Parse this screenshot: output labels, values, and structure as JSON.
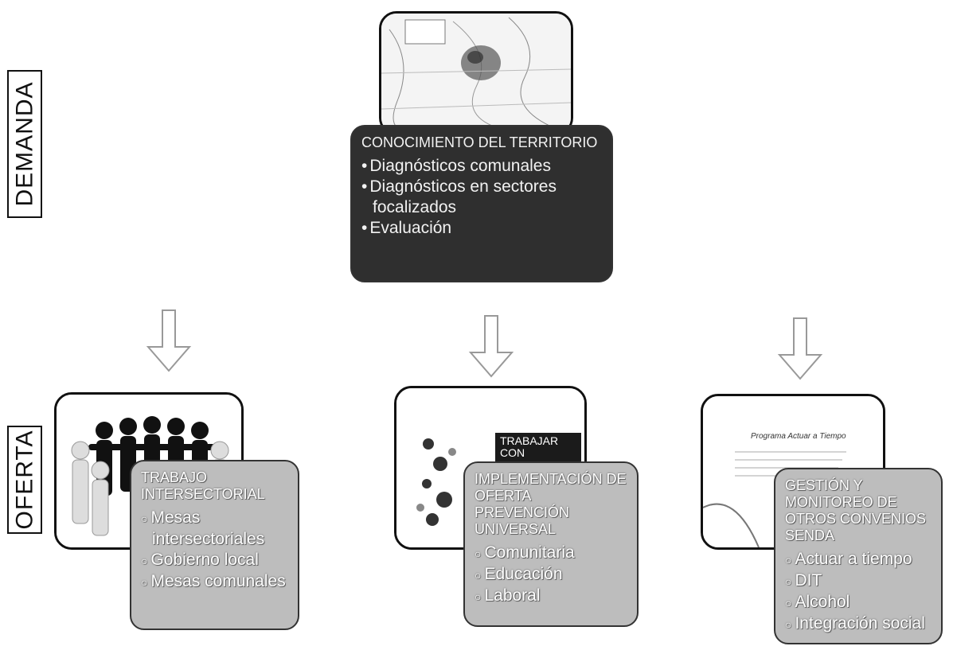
{
  "side_labels": {
    "demanda": "DEMANDA",
    "oferta": "OFERTA"
  },
  "top_card": {
    "title": "CONOCIMIENTO DEL TERRITORIO",
    "items": [
      "Diagnósticos comunales",
      "Diagnósticos en sectores focalizados",
      "Evaluación"
    ]
  },
  "cards": [
    {
      "title": "TRABAJO INTERSECTORIAL",
      "items": [
        "Mesas intersectoriales",
        "Gobierno local",
        "Mesas comunales"
      ]
    },
    {
      "title": "IMPLEMENTACIÓN DE OFERTA PREVENCIÓN UNIVERSAL",
      "items": [
        "Comunitaria",
        "Educación",
        "Laboral"
      ]
    },
    {
      "title": "GESTIÓN Y MONITOREO DE OTROS CONVENIOS SENDA",
      "items": [
        "Actuar a tiempo",
        "DIT",
        "Alcohol",
        "Integración social"
      ]
    }
  ],
  "photo_labels": {
    "middle": "TRABAJAR CON",
    "right_doc": "Programa Actuar a Tiempo"
  },
  "colors": {
    "dark_card": "#2f2f2f",
    "grey_card": "#bdbdbd",
    "arrow_stroke": "#999999"
  }
}
